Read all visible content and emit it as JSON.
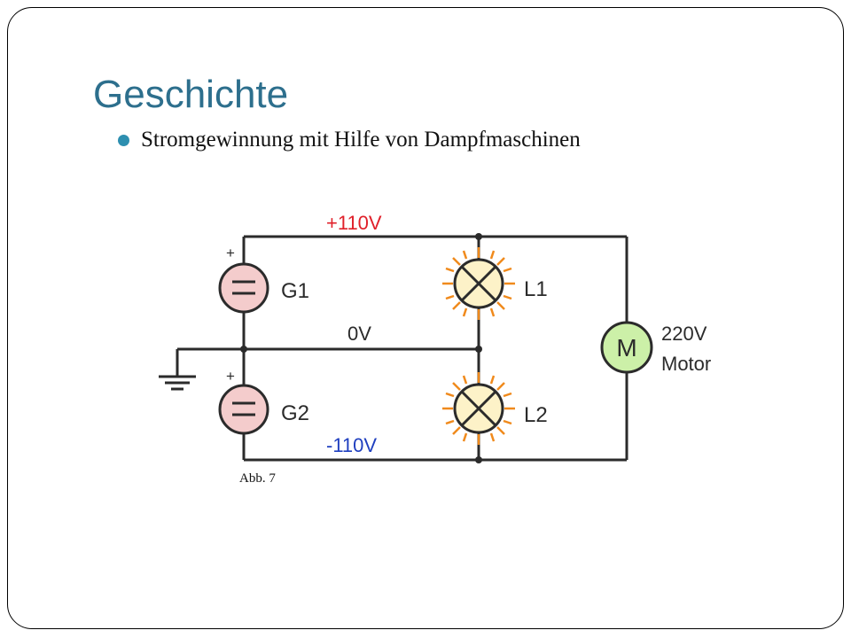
{
  "slide": {
    "title": "Geschichte",
    "bullet": "Stromgewinnung mit Hilfe von Dampfmaschinen",
    "caption": "Abb. 7"
  },
  "circuit": {
    "top_voltage": "+110V",
    "mid_voltage": "0V",
    "bottom_voltage": "-110V",
    "generator1": {
      "label": "G1",
      "polarity": "+"
    },
    "generator2": {
      "label": "G2",
      "polarity": "+"
    },
    "lamp1": "L1",
    "lamp2": "L2",
    "motor_symbol": "M",
    "motor_label_1": "220V",
    "motor_label_2": "Motor"
  },
  "colors": {
    "title": "#2d6f8d",
    "bullet": "#2d8fb0",
    "positive_voltage": "#e0202a",
    "negative_voltage": "#1f3fbf",
    "generator_fill": "#f4cccc",
    "lamp_fill": "#fdf2c8",
    "lamp_rays": "#f08a1c",
    "motor_fill": "#ccf0a8"
  }
}
